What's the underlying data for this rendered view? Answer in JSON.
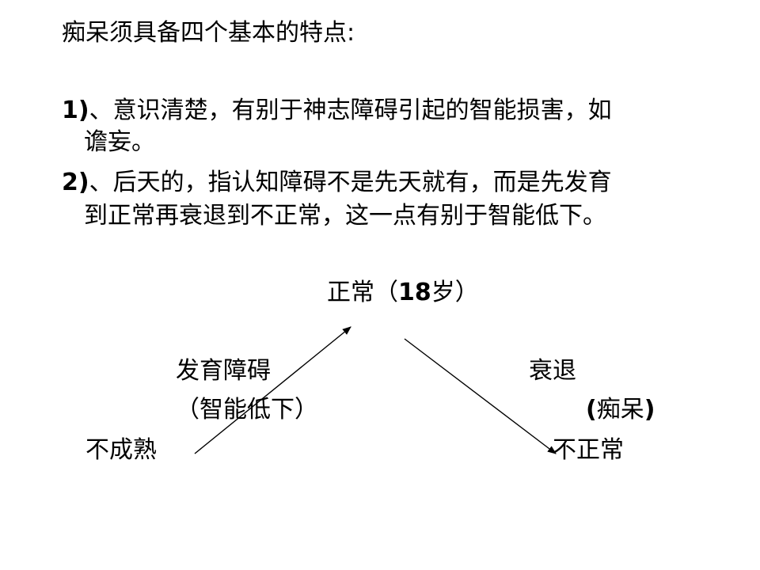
{
  "intro": "痴呆须具备四个基本的特点:",
  "points": [
    {
      "num": "1)",
      "line1": "、意识清楚，有别于神志障碍引起的智能损害，如",
      "line2": "谵妄。"
    },
    {
      "num": "2)",
      "line1": "、后天的，指认知障碍不是先天就有，而是先发育",
      "line2": "到正常再衰退到不正常，这一点有别于智能低下。"
    }
  ],
  "diagram": {
    "top_pre": "正常（",
    "top_age": "18",
    "top_post": "岁）",
    "left_label": "发育障碍",
    "left_sub": "（智能低下）",
    "left_bottom": "不成熟",
    "right_label": "衰退",
    "right_sub_open": "(",
    "right_sub": "痴呆",
    "right_sub_close": ")",
    "right_bottom": "不正常"
  }
}
